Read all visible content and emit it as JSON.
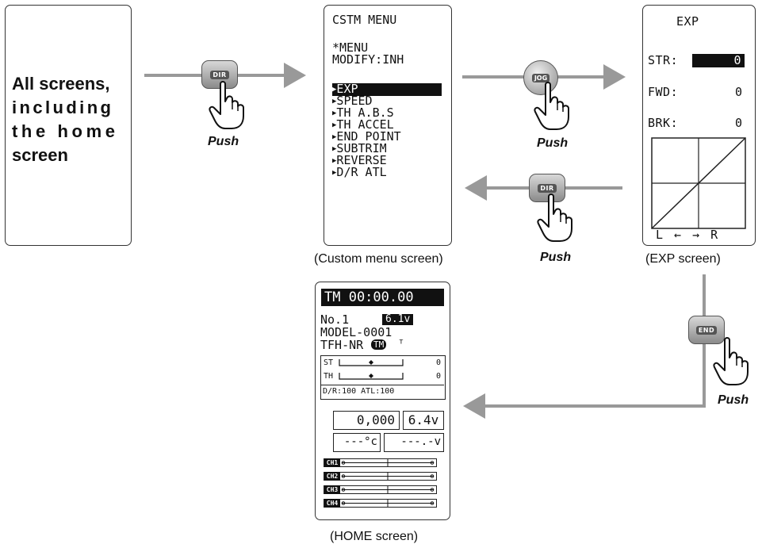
{
  "all_screens": {
    "lines": [
      "All screens,",
      "including",
      "the home",
      "screen"
    ]
  },
  "custom_menu": {
    "title": "CSTM MENU",
    "menu_label": "*MENU",
    "modify": "MODIFY:INH",
    "items": [
      "EXP",
      "SPEED",
      "TH A.B.S",
      "TH ACCEL",
      "END POINT",
      "SUBTRIM",
      "REVERSE",
      "D/R ATL"
    ],
    "selected_index": 0,
    "caption": "(Custom menu screen)"
  },
  "exp": {
    "title": "EXP",
    "rows": [
      {
        "label": "STR:",
        "value": "0"
      },
      {
        "label": "FWD:",
        "value": "0"
      },
      {
        "label": "BRK:",
        "value": "0"
      }
    ],
    "axis": "L ← → R",
    "caption": "(EXP screen)"
  },
  "home": {
    "timer": "TM 00:00.00",
    "model_no": "No.1",
    "voltage_badge": "6.1v",
    "model_name": "MODEL-0001",
    "type": "TFH-NR",
    "tm_badge": "TM",
    "st_label": "ST",
    "st_value": "0",
    "th_label": "TH",
    "th_value": "0",
    "dr_atl": "D/R:100 ATL:100",
    "counter": "0,000",
    "volt2": "6.4v",
    "temp": "---°c",
    "volt3": "---.-v",
    "channels": [
      "CH1",
      "CH2",
      "CH3",
      "CH4"
    ],
    "caption": "(HOME screen)"
  },
  "buttons": {
    "dir": "DIR",
    "jog": "JOG",
    "end": "END"
  },
  "push_label": "Push"
}
